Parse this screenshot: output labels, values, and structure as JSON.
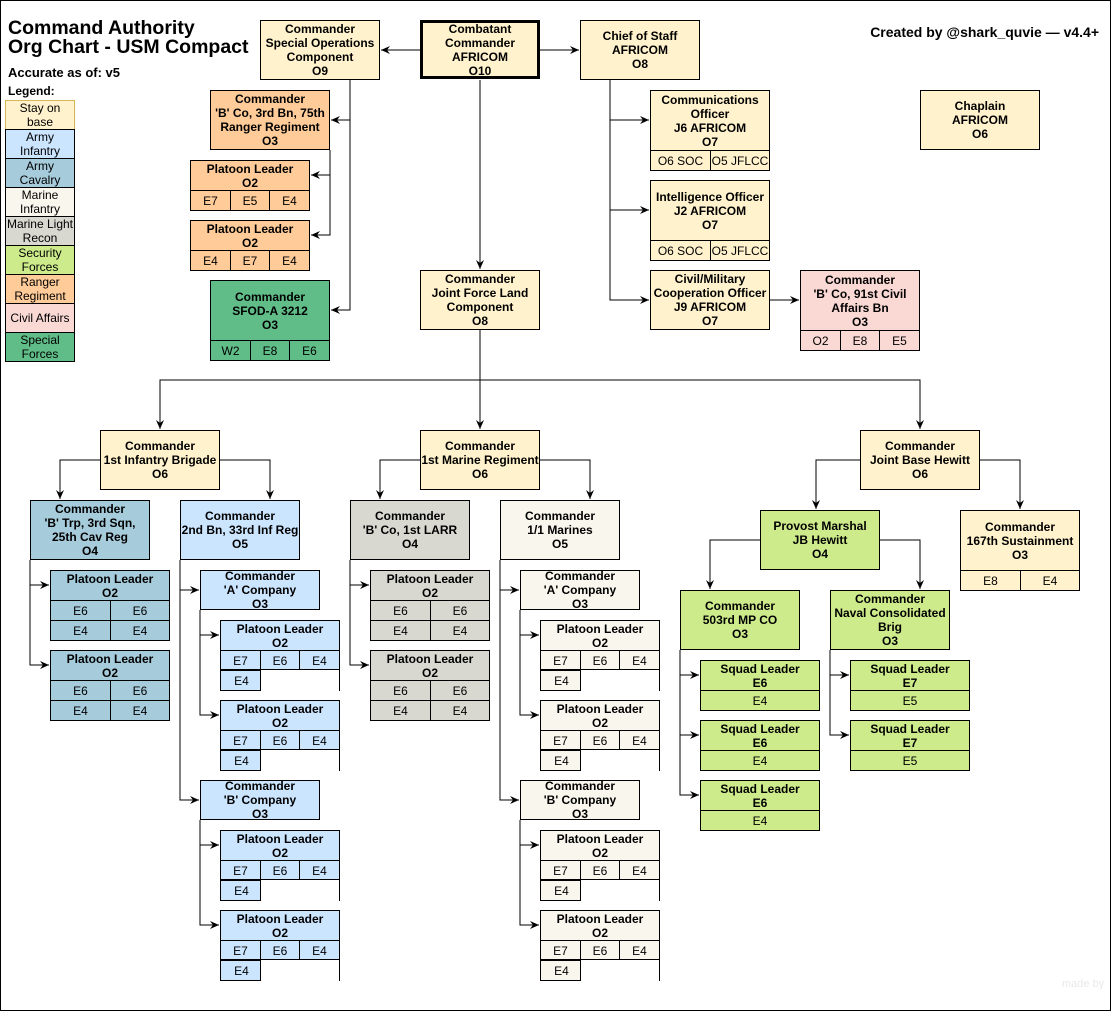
{
  "header": {
    "title": "Command Authority\nOrg Chart - USM Compact",
    "accurate_as_of": "Accurate as of: v5",
    "legend_label": "Legend:",
    "credit": "Created by @shark_quvie — v4.4+",
    "watermark": "made by"
  },
  "colors": {
    "stay_on_base": "#fff2cc",
    "army_infantry": "#cce5ff",
    "army_cavalry": "#a6cbdb",
    "marine_infantry": "#f9f7ed",
    "marine_light_recon": "#d8d8d1",
    "security_forces": "#cdeb8b",
    "ranger_regiment": "#ffcc99",
    "civil_affairs": "#fad9d5",
    "special_forces": "#60bd88"
  },
  "legend": [
    {
      "label": "Stay on base",
      "color_key": "stay_on_base"
    },
    {
      "label": "Army Infantry",
      "color_key": "army_infantry"
    },
    {
      "label": "Army Cavalry",
      "color_key": "army_cavalry"
    },
    {
      "label": "Marine Infantry",
      "color_key": "marine_infantry"
    },
    {
      "label": "Marine Light Recon",
      "color_key": "marine_light_recon"
    },
    {
      "label": "Security Forces",
      "color_key": "security_forces"
    },
    {
      "label": "Ranger Regiment",
      "color_key": "ranger_regiment"
    },
    {
      "label": "Civil Affairs",
      "color_key": "civil_affairs"
    },
    {
      "label": "Special Forces",
      "color_key": "special_forces"
    }
  ],
  "nodes": [
    {
      "id": "combatant",
      "title": "Combatant\nCommander\nAFRICOM\nO10",
      "color_key": "stay_on_base",
      "rows": []
    },
    {
      "id": "soc",
      "title": "Commander\nSpecial Operations\nComponent\nO9",
      "color_key": "stay_on_base",
      "rows": []
    },
    {
      "id": "cos",
      "title": "Chief of Staff\nAFRICOM\nO8",
      "color_key": "stay_on_base",
      "rows": []
    },
    {
      "id": "chaplain",
      "title": "Chaplain\nAFRICOM\nO6",
      "color_key": "stay_on_base",
      "rows": []
    },
    {
      "id": "ranger_co",
      "title": "Commander\n'B' Co, 3rd Bn, 75th\nRanger Regiment\nO3",
      "color_key": "ranger_regiment",
      "rows": []
    },
    {
      "id": "ranger_plt1",
      "title": "Platoon Leader\nO2",
      "color_key": "ranger_regiment",
      "rows": [
        [
          "E7",
          "E5",
          "E4"
        ]
      ]
    },
    {
      "id": "ranger_plt2",
      "title": "Platoon Leader\nO2",
      "color_key": "ranger_regiment",
      "rows": [
        [
          "E4",
          "E7",
          "E4"
        ]
      ]
    },
    {
      "id": "sfod",
      "title": "Commander\nSFOD-A 3212\nO3",
      "color_key": "special_forces",
      "rows": [
        [
          "W2",
          "E8",
          "E6"
        ]
      ]
    },
    {
      "id": "j6",
      "title": "Communications\nOfficer\nJ6 AFRICOM\nO7",
      "color_key": "stay_on_base",
      "rows": [
        [
          "O6 SOC",
          "O5 JFLCC"
        ]
      ]
    },
    {
      "id": "j2",
      "title": "Intelligence Officer\nJ2 AFRICOM\nO7",
      "color_key": "stay_on_base",
      "rows": [
        [
          "O6 SOC",
          "O5 JFLCC"
        ]
      ]
    },
    {
      "id": "j9",
      "title": "Civil/Military\nCooperation Officer\nJ9 AFRICOM\nO7",
      "color_key": "stay_on_base",
      "rows": []
    },
    {
      "id": "ca_co",
      "title": "Commander\n'B' Co, 91st Civil\nAffairs Bn\nO3",
      "color_key": "civil_affairs",
      "rows": [
        [
          "O2",
          "E8",
          "E5"
        ]
      ]
    },
    {
      "id": "jflc",
      "title": "Commander\nJoint Force Land\nComponent\nO8",
      "color_key": "stay_on_base",
      "rows": []
    },
    {
      "id": "inf_bde",
      "title": "Commander\n1st Infantry Brigade\nO6",
      "color_key": "stay_on_base",
      "rows": []
    },
    {
      "id": "mar_reg",
      "title": "Commander\n1st Marine Regiment\nO6",
      "color_key": "stay_on_base",
      "rows": []
    },
    {
      "id": "jb_hewitt",
      "title": "Commander\nJoint Base Hewitt\nO6",
      "color_key": "stay_on_base",
      "rows": []
    },
    {
      "id": "cav_trp",
      "title": "Commander\n'B' Trp, 3rd Sqn,\n25th Cav Reg\nO4",
      "color_key": "army_cavalry",
      "rows": []
    },
    {
      "id": "cav_plt1",
      "title": "Platoon Leader\nO2",
      "color_key": "army_cavalry",
      "rows": [
        [
          "E6",
          "E6"
        ],
        [
          "E4",
          "E4"
        ]
      ]
    },
    {
      "id": "cav_plt2",
      "title": "Platoon Leader\nO2",
      "color_key": "army_cavalry",
      "rows": [
        [
          "E6",
          "E6"
        ],
        [
          "E4",
          "E4"
        ]
      ]
    },
    {
      "id": "inf_bn",
      "title": "Commander\n2nd Bn, 33rd Inf Reg\nO5",
      "color_key": "army_infantry",
      "rows": []
    },
    {
      "id": "inf_aco",
      "title": "Commander\n'A' Company\nO3",
      "color_key": "army_infantry",
      "rows": []
    },
    {
      "id": "inf_aplt1",
      "title": "Platoon Leader\nO2",
      "color_key": "army_infantry",
      "rows": [
        [
          "E7",
          "E6",
          "E4"
        ],
        [
          "E4"
        ]
      ]
    },
    {
      "id": "inf_aplt2",
      "title": "Platoon Leader\nO2",
      "color_key": "army_infantry",
      "rows": [
        [
          "E7",
          "E6",
          "E4"
        ],
        [
          "E4"
        ]
      ]
    },
    {
      "id": "inf_bco",
      "title": "Commander\n'B' Company\nO3",
      "color_key": "army_infantry",
      "rows": []
    },
    {
      "id": "inf_bplt1",
      "title": "Platoon Leader\nO2",
      "color_key": "army_infantry",
      "rows": [
        [
          "E7",
          "E6",
          "E4"
        ],
        [
          "E4"
        ]
      ]
    },
    {
      "id": "inf_bplt2",
      "title": "Platoon Leader\nO2",
      "color_key": "army_infantry",
      "rows": [
        [
          "E7",
          "E6",
          "E4"
        ],
        [
          "E4"
        ]
      ]
    },
    {
      "id": "larr_co",
      "title": "Commander\n'B' Co, 1st LARR\nO4",
      "color_key": "marine_light_recon",
      "rows": []
    },
    {
      "id": "larr_plt1",
      "title": "Platoon Leader\nO2",
      "color_key": "marine_light_recon",
      "rows": [
        [
          "E6",
          "E6"
        ],
        [
          "E4",
          "E4"
        ]
      ]
    },
    {
      "id": "larr_plt2",
      "title": "Platoon Leader\nO2",
      "color_key": "marine_light_recon",
      "rows": [
        [
          "E6",
          "E6"
        ],
        [
          "E4",
          "E4"
        ]
      ]
    },
    {
      "id": "mar_bn",
      "title": "Commander\n1/1 Marines\nO5",
      "color_key": "marine_infantry",
      "rows": []
    },
    {
      "id": "mar_aco",
      "title": "Commander\n'A' Company\nO3",
      "color_key": "marine_infantry",
      "rows": []
    },
    {
      "id": "mar_aplt1",
      "title": "Platoon Leader\nO2",
      "color_key": "marine_infantry",
      "rows": [
        [
          "E7",
          "E6",
          "E4"
        ],
        [
          "E4"
        ]
      ]
    },
    {
      "id": "mar_aplt2",
      "title": "Platoon Leader\nO2",
      "color_key": "marine_infantry",
      "rows": [
        [
          "E7",
          "E6",
          "E4"
        ],
        [
          "E4"
        ]
      ]
    },
    {
      "id": "mar_bco",
      "title": "Commander\n'B' Company\nO3",
      "color_key": "marine_infantry",
      "rows": []
    },
    {
      "id": "mar_bplt1",
      "title": "Platoon Leader\nO2",
      "color_key": "marine_infantry",
      "rows": [
        [
          "E7",
          "E6",
          "E4"
        ],
        [
          "E4"
        ]
      ]
    },
    {
      "id": "mar_bplt2",
      "title": "Platoon Leader\nO2",
      "color_key": "marine_infantry",
      "rows": [
        [
          "E7",
          "E6",
          "E4"
        ],
        [
          "E4"
        ]
      ]
    },
    {
      "id": "provost",
      "title": "Provost Marshal\nJB Hewitt\nO4",
      "color_key": "security_forces",
      "rows": []
    },
    {
      "id": "sust",
      "title": "Commander\n167th Sustainment\nO3",
      "color_key": "stay_on_base",
      "rows": [
        [
          "E8",
          "E4"
        ]
      ]
    },
    {
      "id": "mp_co",
      "title": "Commander\n503rd MP CO\nO3",
      "color_key": "security_forces",
      "rows": []
    },
    {
      "id": "mp_sq1",
      "title": "Squad Leader\nE6",
      "color_key": "security_forces",
      "rows": [
        [
          "E4"
        ]
      ]
    },
    {
      "id": "mp_sq2",
      "title": "Squad Leader\nE6",
      "color_key": "security_forces",
      "rows": [
        [
          "E4"
        ]
      ]
    },
    {
      "id": "mp_sq3",
      "title": "Squad Leader\nE6",
      "color_key": "security_forces",
      "rows": [
        [
          "E4"
        ]
      ]
    },
    {
      "id": "brig",
      "title": "Commander\nNaval Consolidated\nBrig\nO3",
      "color_key": "security_forces",
      "rows": []
    },
    {
      "id": "brig_sq1",
      "title": "Squad Leader\nE7",
      "color_key": "security_forces",
      "rows": [
        [
          "E5"
        ]
      ]
    },
    {
      "id": "brig_sq2",
      "title": "Squad Leader\nE7",
      "color_key": "security_forces",
      "rows": [
        [
          "E5"
        ]
      ]
    }
  ],
  "connections": [
    [
      "combatant",
      "soc"
    ],
    [
      "combatant",
      "cos"
    ],
    [
      "combatant",
      "jflc"
    ],
    [
      "soc",
      "ranger_co"
    ],
    [
      "soc",
      "sfod"
    ],
    [
      "ranger_co",
      "ranger_plt1"
    ],
    [
      "ranger_co",
      "ranger_plt2"
    ],
    [
      "cos",
      "j6"
    ],
    [
      "cos",
      "j2"
    ],
    [
      "cos",
      "j9"
    ],
    [
      "j9",
      "ca_co"
    ],
    [
      "jflc",
      "inf_bde"
    ],
    [
      "jflc",
      "mar_reg"
    ],
    [
      "jflc",
      "jb_hewitt"
    ],
    [
      "inf_bde",
      "cav_trp"
    ],
    [
      "inf_bde",
      "inf_bn"
    ],
    [
      "cav_trp",
      "cav_plt1"
    ],
    [
      "cav_trp",
      "cav_plt2"
    ],
    [
      "inf_bn",
      "inf_aco"
    ],
    [
      "inf_bn",
      "inf_bco"
    ],
    [
      "inf_aco",
      "inf_aplt1"
    ],
    [
      "inf_aco",
      "inf_aplt2"
    ],
    [
      "inf_bco",
      "inf_bplt1"
    ],
    [
      "inf_bco",
      "inf_bplt2"
    ],
    [
      "mar_reg",
      "larr_co"
    ],
    [
      "mar_reg",
      "mar_bn"
    ],
    [
      "larr_co",
      "larr_plt1"
    ],
    [
      "larr_co",
      "larr_plt2"
    ],
    [
      "mar_bn",
      "mar_aco"
    ],
    [
      "mar_bn",
      "mar_bco"
    ],
    [
      "mar_aco",
      "mar_aplt1"
    ],
    [
      "mar_aco",
      "mar_aplt2"
    ],
    [
      "mar_bco",
      "mar_bplt1"
    ],
    [
      "mar_bco",
      "mar_bplt2"
    ],
    [
      "jb_hewitt",
      "provost"
    ],
    [
      "jb_hewitt",
      "sust"
    ],
    [
      "provost",
      "mp_co"
    ],
    [
      "provost",
      "brig"
    ],
    [
      "mp_co",
      "mp_sq1"
    ],
    [
      "mp_co",
      "mp_sq2"
    ],
    [
      "mp_co",
      "mp_sq3"
    ],
    [
      "brig",
      "brig_sq1"
    ],
    [
      "brig",
      "brig_sq2"
    ]
  ]
}
